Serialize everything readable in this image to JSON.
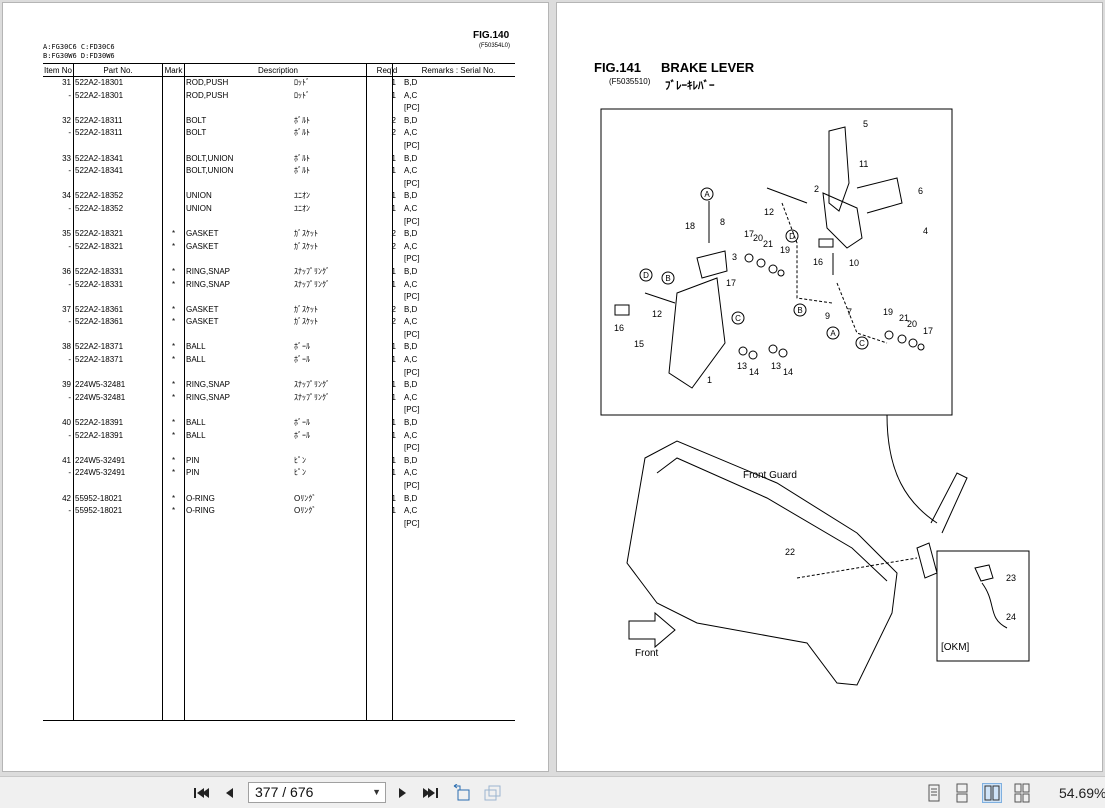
{
  "left_page": {
    "fig_label": "FIG.140",
    "fig_code": "(F50354L0)",
    "model_line1": "A:FG30C6 C:FD30C6",
    "model_line2": "B:FG30W6 D:FD30W6",
    "columns": [
      "Item No",
      "Part No.",
      "Mark",
      "Description",
      "Req'd",
      "Remarks : Serial No."
    ],
    "rows": [
      {
        "item": "31",
        "part": "522A2-18301",
        "mark": "",
        "desc": "ROD,PUSH",
        "jp": "ﾛｯﾄﾞ",
        "req": "1",
        "rem": "B,D"
      },
      {
        "item": "-",
        "part": "522A2-18301",
        "mark": "",
        "desc": "ROD,PUSH",
        "jp": "ﾛｯﾄﾞ",
        "req": "1",
        "rem": "A,C"
      },
      {
        "item": "",
        "part": "",
        "mark": "",
        "desc": "",
        "jp": "",
        "req": "",
        "rem": "[PC]"
      },
      {
        "item": "32",
        "part": "522A2-18311",
        "mark": "",
        "desc": "BOLT",
        "jp": "ﾎﾞﾙﾄ",
        "req": "2",
        "rem": "B,D"
      },
      {
        "item": "-",
        "part": "522A2-18311",
        "mark": "",
        "desc": "BOLT",
        "jp": "ﾎﾞﾙﾄ",
        "req": "2",
        "rem": "A,C"
      },
      {
        "item": "",
        "part": "",
        "mark": "",
        "desc": "",
        "jp": "",
        "req": "",
        "rem": "[PC]"
      },
      {
        "item": "33",
        "part": "522A2-18341",
        "mark": "",
        "desc": "BOLT,UNION",
        "jp": "ﾎﾞﾙﾄ",
        "req": "1",
        "rem": "B,D"
      },
      {
        "item": "-",
        "part": "522A2-18341",
        "mark": "",
        "desc": "BOLT,UNION",
        "jp": "ﾎﾞﾙﾄ",
        "req": "1",
        "rem": "A,C"
      },
      {
        "item": "",
        "part": "",
        "mark": "",
        "desc": "",
        "jp": "",
        "req": "",
        "rem": "[PC]"
      },
      {
        "item": "34",
        "part": "522A2-18352",
        "mark": "",
        "desc": "UNION",
        "jp": "ﾕﾆｵﾝ",
        "req": "1",
        "rem": "B,D"
      },
      {
        "item": "-",
        "part": "522A2-18352",
        "mark": "",
        "desc": "UNION",
        "jp": "ﾕﾆｵﾝ",
        "req": "1",
        "rem": "A,C"
      },
      {
        "item": "",
        "part": "",
        "mark": "",
        "desc": "",
        "jp": "",
        "req": "",
        "rem": "[PC]"
      },
      {
        "item": "35",
        "part": "522A2-18321",
        "mark": "*",
        "desc": "GASKET",
        "jp": "ｶﾞｽｹｯﾄ",
        "req": "2",
        "rem": "B,D"
      },
      {
        "item": "-",
        "part": "522A2-18321",
        "mark": "*",
        "desc": "GASKET",
        "jp": "ｶﾞｽｹｯﾄ",
        "req": "2",
        "rem": "A,C"
      },
      {
        "item": "",
        "part": "",
        "mark": "",
        "desc": "",
        "jp": "",
        "req": "",
        "rem": "[PC]"
      },
      {
        "item": "36",
        "part": "522A2-18331",
        "mark": "*",
        "desc": "RING,SNAP",
        "jp": "ｽﾅｯﾌﾟﾘﾝｸﾞ",
        "req": "1",
        "rem": "B,D"
      },
      {
        "item": "-",
        "part": "522A2-18331",
        "mark": "*",
        "desc": "RING,SNAP",
        "jp": "ｽﾅｯﾌﾟﾘﾝｸﾞ",
        "req": "1",
        "rem": "A,C"
      },
      {
        "item": "",
        "part": "",
        "mark": "",
        "desc": "",
        "jp": "",
        "req": "",
        "rem": "[PC]"
      },
      {
        "item": "37",
        "part": "522A2-18361",
        "mark": "*",
        "desc": "GASKET",
        "jp": "ｶﾞｽｹｯﾄ",
        "req": "2",
        "rem": "B,D"
      },
      {
        "item": "-",
        "part": "522A2-18361",
        "mark": "*",
        "desc": "GASKET",
        "jp": "ｶﾞｽｹｯﾄ",
        "req": "2",
        "rem": "A,C"
      },
      {
        "item": "",
        "part": "",
        "mark": "",
        "desc": "",
        "jp": "",
        "req": "",
        "rem": "[PC]"
      },
      {
        "item": "38",
        "part": "522A2-18371",
        "mark": "*",
        "desc": "BALL",
        "jp": "ﾎﾞｰﾙ",
        "req": "1",
        "rem": "B,D"
      },
      {
        "item": "-",
        "part": "522A2-18371",
        "mark": "*",
        "desc": "BALL",
        "jp": "ﾎﾞｰﾙ",
        "req": "1",
        "rem": "A,C"
      },
      {
        "item": "",
        "part": "",
        "mark": "",
        "desc": "",
        "jp": "",
        "req": "",
        "rem": "[PC]"
      },
      {
        "item": "39",
        "part": "224W5-32481",
        "mark": "*",
        "desc": "RING,SNAP",
        "jp": "ｽﾅｯﾌﾟﾘﾝｸﾞ",
        "req": "1",
        "rem": "B,D"
      },
      {
        "item": "-",
        "part": "224W5-32481",
        "mark": "*",
        "desc": "RING,SNAP",
        "jp": "ｽﾅｯﾌﾟﾘﾝｸﾞ",
        "req": "1",
        "rem": "A,C"
      },
      {
        "item": "",
        "part": "",
        "mark": "",
        "desc": "",
        "jp": "",
        "req": "",
        "rem": "[PC]"
      },
      {
        "item": "40",
        "part": "522A2-18391",
        "mark": "*",
        "desc": "BALL",
        "jp": "ﾎﾞｰﾙ",
        "req": "1",
        "rem": "B,D"
      },
      {
        "item": "-",
        "part": "522A2-18391",
        "mark": "*",
        "desc": "BALL",
        "jp": "ﾎﾞｰﾙ",
        "req": "1",
        "rem": "A,C"
      },
      {
        "item": "",
        "part": "",
        "mark": "",
        "desc": "",
        "jp": "",
        "req": "",
        "rem": "[PC]"
      },
      {
        "item": "41",
        "part": "224W5-32491",
        "mark": "*",
        "desc": "PIN",
        "jp": "ﾋﾟﾝ",
        "req": "1",
        "rem": "B,D"
      },
      {
        "item": "-",
        "part": "224W5-32491",
        "mark": "*",
        "desc": "PIN",
        "jp": "ﾋﾟﾝ",
        "req": "1",
        "rem": "A,C"
      },
      {
        "item": "",
        "part": "",
        "mark": "",
        "desc": "",
        "jp": "",
        "req": "",
        "rem": "[PC]"
      },
      {
        "item": "42",
        "part": "55952-18021",
        "mark": "*",
        "desc": "O-RING",
        "jp": "Oﾘﾝｸﾞ",
        "req": "1",
        "rem": "B,D"
      },
      {
        "item": "-",
        "part": "55952-18021",
        "mark": "*",
        "desc": "O-RING",
        "jp": "Oﾘﾝｸﾞ",
        "req": "1",
        "rem": "A,C"
      },
      {
        "item": "",
        "part": "",
        "mark": "",
        "desc": "",
        "jp": "",
        "req": "",
        "rem": "[PC]"
      }
    ]
  },
  "right_page": {
    "fig_label": "FIG.141",
    "fig_title": "BRAKE LEVER",
    "fig_code": "(F5035510)",
    "fig_title_jp": "ﾌﾞﾚｰｷﾚﾊﾞｰ",
    "front_guard_label": "Front Guard",
    "front_label": "Front",
    "okm_label": "[OKM]",
    "callouts": [
      "1",
      "2",
      "3",
      "4",
      "5",
      "6",
      "7",
      "8",
      "9",
      "10",
      "11",
      "12",
      "12",
      "13",
      "13",
      "14",
      "14",
      "15",
      "16",
      "16",
      "17",
      "17",
      "17",
      "18",
      "19",
      "19",
      "20",
      "20",
      "21",
      "21",
      "22",
      "23",
      "24"
    ],
    "ref_letters": [
      "A",
      "A",
      "B",
      "B",
      "C",
      "C",
      "D",
      "D"
    ]
  },
  "toolbar": {
    "page_display": "377 / 676",
    "zoom": "54.69%",
    "icons": [
      "first-page-icon",
      "prev-page-icon",
      "next-page-icon",
      "last-page-icon",
      "previous-view-icon",
      "next-view-icon",
      "single-page-view-icon",
      "continuous-view-icon",
      "facing-view-icon",
      "continuous-facing-view-icon"
    ]
  }
}
